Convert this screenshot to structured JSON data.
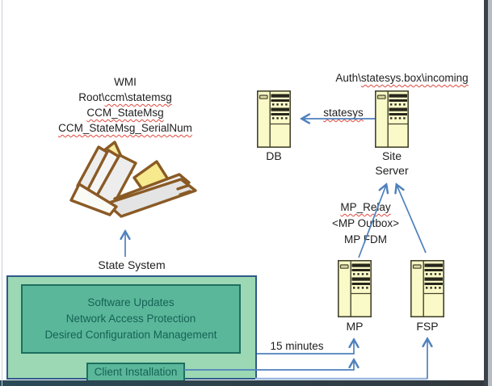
{
  "diagram": {
    "wmi_annotation": {
      "line1": "WMI",
      "line2_prefix": "Root\\",
      "line2_flagged": "ccm\\statemsg",
      "line3": "CCM_StateMsg",
      "line4": "CCM_StateMsg_SerialNum"
    },
    "auth_annotation": {
      "prefix": "Auth\\",
      "flagged": "statesys.box\\incoming"
    },
    "flow_label": "statesys",
    "interval_label": "15 minutes",
    "mp_annotation": {
      "line1": "MP_Relay",
      "line2": "<MP Outbox>",
      "line3": "MP FDM"
    },
    "state_system_label": "State System",
    "nodes": {
      "db": {
        "label": "DB"
      },
      "site_server": {
        "label_line1": "Site",
        "label_line2": "Server"
      },
      "mp": {
        "label": "MP"
      },
      "fsp": {
        "label": "FSP"
      }
    },
    "group_box": {
      "features": [
        "Software Updates",
        "Network Access Protection",
        "Desired Configuration Management"
      ],
      "client_installation_label": "Client Installation"
    },
    "colors": {
      "connector_blue": "#4f81bd",
      "connector_light_blue": "#9ab7dd",
      "group_fill": "#9bd8b3",
      "group_border": "#30598a",
      "feature_fill": "#5bb79a",
      "feature_border": "#1e6f60",
      "feature_text": "#156356",
      "server_fill": "#faf9c8",
      "server_outline": "#44442f",
      "clipart_brown": "#8a5a25",
      "spellcheck_red": "#e0493f"
    }
  }
}
